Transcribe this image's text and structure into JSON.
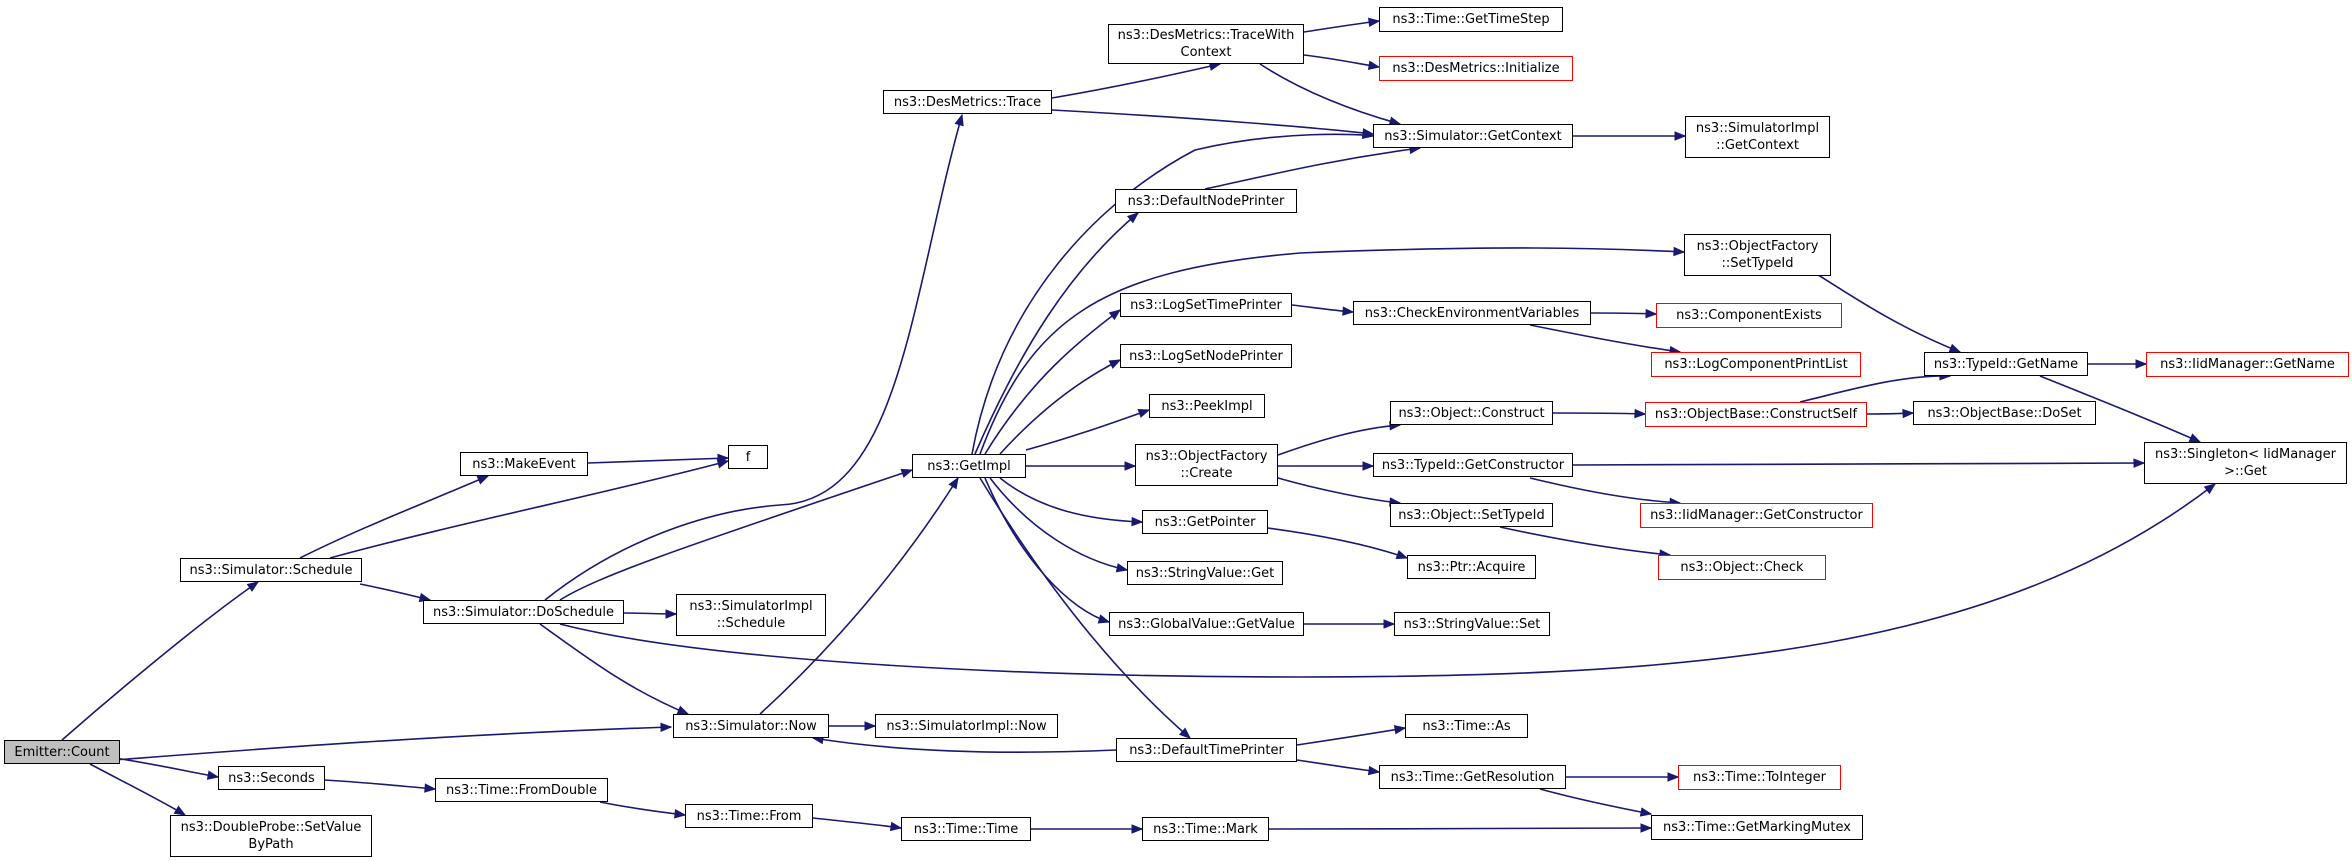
{
  "graph": {
    "nodes": {
      "emitter_count": [
        "Emitter::Count"
      ],
      "doubleprobe_setvalue": [
        "ns3::DoubleProbe::SetValue",
        "ByPath"
      ],
      "seconds": [
        "ns3::Seconds"
      ],
      "time_fromdouble": [
        "ns3::Time::FromDouble"
      ],
      "time_from": [
        "ns3::Time::From"
      ],
      "time_time": [
        "ns3::Time::Time"
      ],
      "time_mark": [
        "ns3::Time::Mark"
      ],
      "time_getmarkingmutex": [
        "ns3::Time::GetMarkingMutex"
      ],
      "simulator_schedule": [
        "ns3::Simulator::Schedule"
      ],
      "makeevent": [
        "ns3::MakeEvent"
      ],
      "f": [
        "f"
      ],
      "simulator_doschedule": [
        "ns3::Simulator::DoSchedule"
      ],
      "simulatorimpl_schedule": [
        "ns3::SimulatorImpl",
        "::Schedule"
      ],
      "desmetrics_trace": [
        "ns3::DesMetrics::Trace"
      ],
      "desmetrics_tracewithcontext": [
        "ns3::DesMetrics::TraceWith",
        "Context"
      ],
      "time_gettimestep": [
        "ns3::Time::GetTimeStep"
      ],
      "desmetrics_initialize": [
        "ns3::DesMetrics::Initialize"
      ],
      "simulator_getcontext": [
        "ns3::Simulator::GetContext"
      ],
      "simulatorimpl_getcontext": [
        "ns3::SimulatorImpl",
        "::GetContext"
      ],
      "defaultnodeprinter": [
        "ns3::DefaultNodePrinter"
      ],
      "objectfactory_settypeid": [
        "ns3::ObjectFactory",
        "::SetTypeId"
      ],
      "logsettimeprinter": [
        "ns3::LogSetTimePrinter"
      ],
      "checkenvvars": [
        "ns3::CheckEnvironmentVariables"
      ],
      "componentexists": [
        "ns3::ComponentExists"
      ],
      "logcomponentprintlist": [
        "ns3::LogComponentPrintList"
      ],
      "logsetnodeprinter": [
        "ns3::LogSetNodePrinter"
      ],
      "peekimpl": [
        "ns3::PeekImpl"
      ],
      "getimpl": [
        "ns3::GetImpl"
      ],
      "objectfactory_create": [
        "ns3::ObjectFactory",
        "::Create"
      ],
      "object_construct": [
        "ns3::Object::Construct"
      ],
      "objectbase_constructself": [
        "ns3::ObjectBase::ConstructSelf"
      ],
      "objectbase_doset": [
        "ns3::ObjectBase::DoSet"
      ],
      "typeid_getname": [
        "ns3::TypeId::GetName"
      ],
      "iidmanager_getname": [
        "ns3::IidManager::GetName"
      ],
      "singleton_get": [
        "ns3::Singleton< IidManager",
        " >::Get"
      ],
      "typeid_getconstructor": [
        "ns3::TypeId::GetConstructor"
      ],
      "iidmanager_getconstructor": [
        "ns3::IidManager::GetConstructor"
      ],
      "object_settypeid": [
        "ns3::Object::SetTypeId"
      ],
      "object_check": [
        "ns3::Object::Check"
      ],
      "getpointer": [
        "ns3::GetPointer"
      ],
      "ptr_acquire": [
        "ns3::Ptr::Acquire"
      ],
      "stringvalue_get": [
        "ns3::StringValue::Get"
      ],
      "globalvalue_getvalue": [
        "ns3::GlobalValue::GetValue"
      ],
      "stringvalue_set": [
        "ns3::StringValue::Set"
      ],
      "simulator_now": [
        "ns3::Simulator::Now"
      ],
      "simulatorimpl_now": [
        "ns3::SimulatorImpl::Now"
      ],
      "defaulttimeprinter": [
        "ns3::DefaultTimePrinter"
      ],
      "time_as": [
        "ns3::Time::As"
      ],
      "time_getresolution": [
        "ns3::Time::GetResolution"
      ],
      "time_tointeger": [
        "ns3::Time::ToInteger"
      ]
    }
  }
}
